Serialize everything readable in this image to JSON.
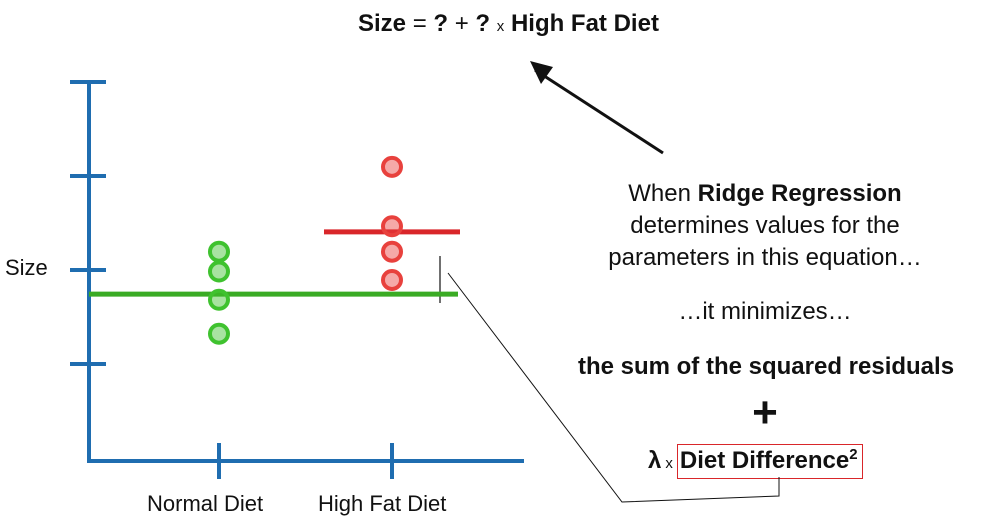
{
  "equation": {
    "size": "Size",
    "equals": "=",
    "q1": "?",
    "plus": "+",
    "q2": "?",
    "times": "x",
    "term": "High Fat Diet"
  },
  "explanation": {
    "line1_pre": "When ",
    "line1_bold": "Ridge Regression",
    "line2": "determines values for the",
    "line3": "parameters in this equation…",
    "minimizes": "…it minimizes…",
    "ssr": "the sum of the squared residuals",
    "plus": "+"
  },
  "penalty": {
    "lambda": "λ",
    "times": "x",
    "term": "Diet Difference",
    "exponent": "2"
  },
  "chart_data": {
    "type": "scatter",
    "ylabel": "Size",
    "categories": [
      "Normal Diet",
      "High Fat Diet"
    ],
    "series": [
      {
        "name": "Normal Diet",
        "color": "#3fc22f",
        "x": [
          0,
          0,
          0,
          0
        ],
        "values": [
          2.0,
          1.65,
          1.15,
          0.55
        ]
      },
      {
        "name": "High Fat Diet",
        "color": "#e8413d",
        "x": [
          1,
          1,
          1,
          1
        ],
        "values": [
          3.5,
          2.45,
          2.0,
          1.5
        ]
      }
    ],
    "fit_lines": [
      {
        "name": "Normal Diet mean",
        "color": "#3aab24",
        "y": 1.25
      },
      {
        "name": "High Fat Diet mean",
        "color": "#d9262a",
        "y": 2.35
      }
    ],
    "ylim": [
      -1.7,
      5.0
    ],
    "axis_color": "#1f6db0"
  }
}
